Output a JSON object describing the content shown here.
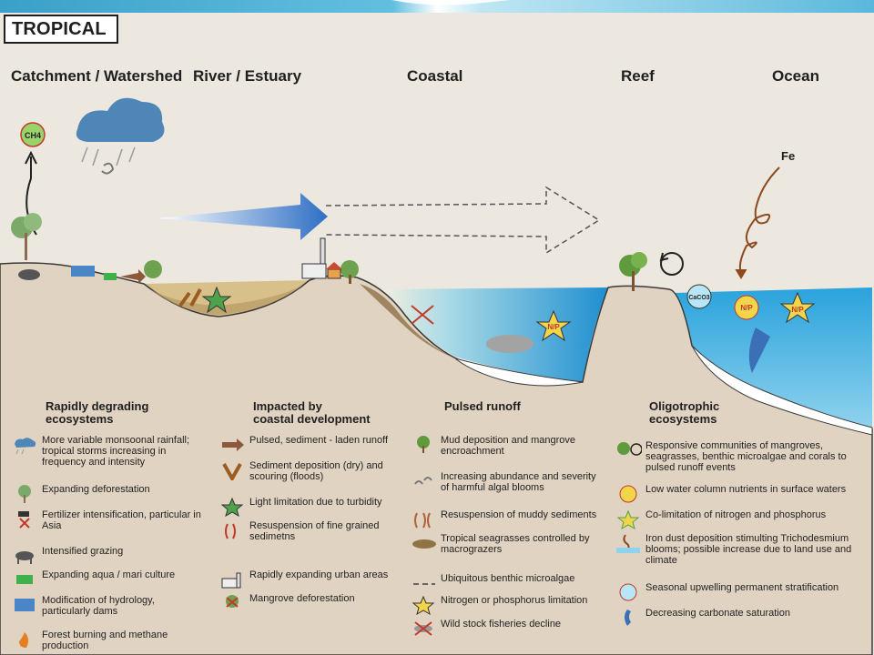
{
  "title": "TROPICAL",
  "zones": [
    "Catchment / Watershed",
    "River / Estuary",
    "Coastal",
    "Reef",
    "Ocean"
  ],
  "labels": {
    "ch4": "CH4",
    "fe": "Fe",
    "np": "N/P",
    "caco3": "CaCO3"
  },
  "columns": [
    {
      "heading": [
        "Rapidly degrading",
        "ecosystems"
      ],
      "items": [
        {
          "icon": "cloud-storm-icon",
          "text": "More variable monsoonal rainfall; tropical storms increasing in frequency and intensity"
        },
        {
          "icon": "tree-icon",
          "text": "Expanding deforestation"
        },
        {
          "icon": "fertilizer-icon",
          "text": "Fertilizer intensification, particular in Asia"
        },
        {
          "icon": "cow-icon",
          "text": "Intensified grazing"
        },
        {
          "icon": "aquaculture-icon",
          "text": "Expanding aqua / mari culture"
        },
        {
          "icon": "dam-icon",
          "text": "Modification of hydrology, particularly dams"
        },
        {
          "icon": "fire-icon",
          "text": "Forest burning and methane production"
        }
      ]
    },
    {
      "heading": [
        "Impacted by",
        "coastal development"
      ],
      "items": [
        {
          "icon": "brown-arrow-icon",
          "text": "Pulsed, sediment - laden runoff"
        },
        {
          "icon": "v-arrow-icon",
          "text": "Sediment deposition (dry) and scouring (floods)"
        },
        {
          "icon": "light-star-icon",
          "text": "Light limitation due to turbidity"
        },
        {
          "icon": "resuspension-icon",
          "text": "Resuspension of fine grained sedimetns"
        },
        {
          "icon": "urban-icon",
          "text": "Rapidly expanding urban areas"
        },
        {
          "icon": "mangrove-cut-icon",
          "text": "Mangrove deforestation"
        }
      ]
    },
    {
      "heading": [
        "Pulsed runoff"
      ],
      "items": [
        {
          "icon": "mangrove-icon",
          "text": "Mud deposition and mangrove encroachment"
        },
        {
          "icon": "algae-bloom-icon",
          "text": "Increasing abundance and severity of harmful algal blooms"
        },
        {
          "icon": "mud-resuspension-icon",
          "text": "Resuspension of muddy sediments"
        },
        {
          "icon": "seagrass-icon",
          "text": "Tropical seagrasses controlled by macrograzers"
        },
        {
          "icon": "microalgae-icon",
          "text": "Ubiquitous benthic microalgae"
        },
        {
          "icon": "np-star-icon",
          "text": "Nitrogen or phosphorus limitation"
        },
        {
          "icon": "fish-crossed-icon",
          "text": "Wild stock fisheries decline"
        }
      ]
    },
    {
      "heading": [
        "Oligotrophic",
        "ecosystems"
      ],
      "items": [
        {
          "icon": "reef-community-icon",
          "text": "Responsive communities of mangroves, seagrasses, benthic microalgae and corals to pulsed runoff events"
        },
        {
          "icon": "np-circle-icon",
          "text": "Low water column nutrients in surface waters"
        },
        {
          "icon": "np-star-green-icon",
          "text": "Co-limitation of nitrogen and phosphorus"
        },
        {
          "icon": "iron-dust-icon",
          "text": "Iron dust deposition stimulting Trichodesmium blooms; possible increase due to land use and climate"
        },
        {
          "icon": "upwelling-circle-icon",
          "text": "Seasonal upwelling permanent stratification"
        },
        {
          "icon": "blue-arrow-icon",
          "text": "Decreasing carbonate saturation"
        }
      ]
    }
  ]
}
